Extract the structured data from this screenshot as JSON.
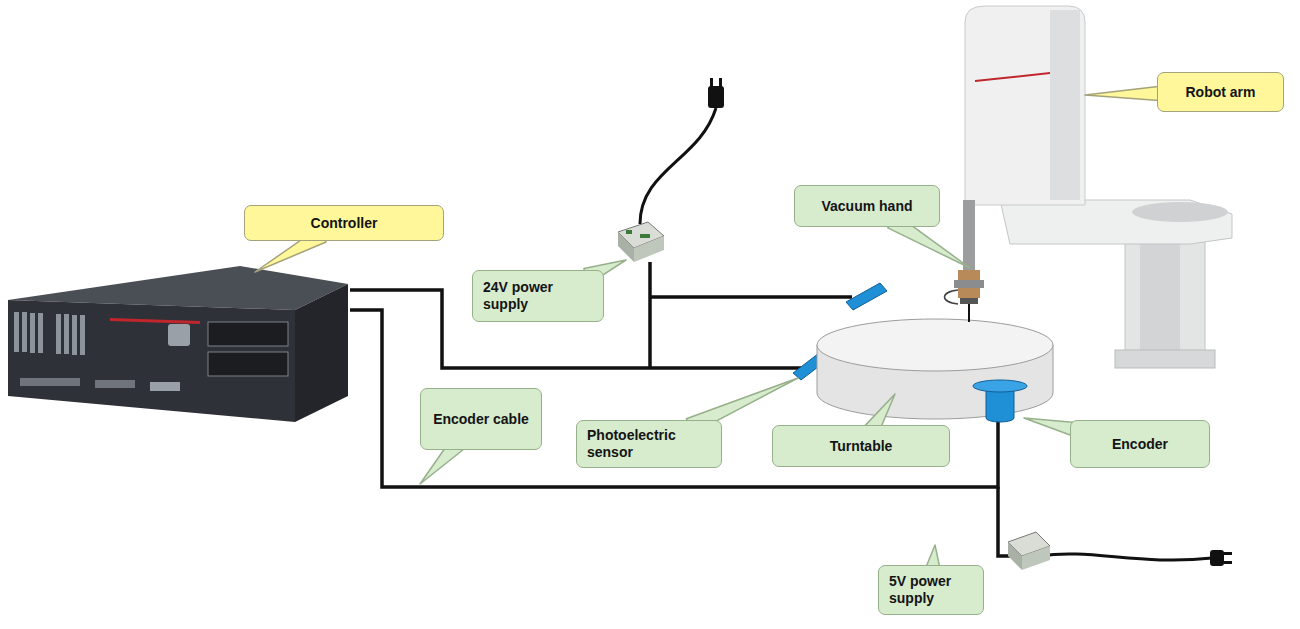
{
  "diagram": {
    "nodes": [
      {
        "text": [
          "Robot arm"
        ]
      },
      {
        "text": [
          "Vacuum hand"
        ]
      },
      {
        "text": [
          "Controller"
        ]
      },
      {
        "text": [
          "24V power supply"
        ]
      },
      {
        "text": [
          "Encoder cable"
        ]
      },
      {
        "text": [
          "Photoelectric sensor"
        ]
      },
      {
        "text": [
          "Turntable"
        ]
      },
      {
        "text": [
          "Encoder"
        ]
      },
      {
        "text": [
          "5V power supply"
        ]
      }
    ]
  }
}
